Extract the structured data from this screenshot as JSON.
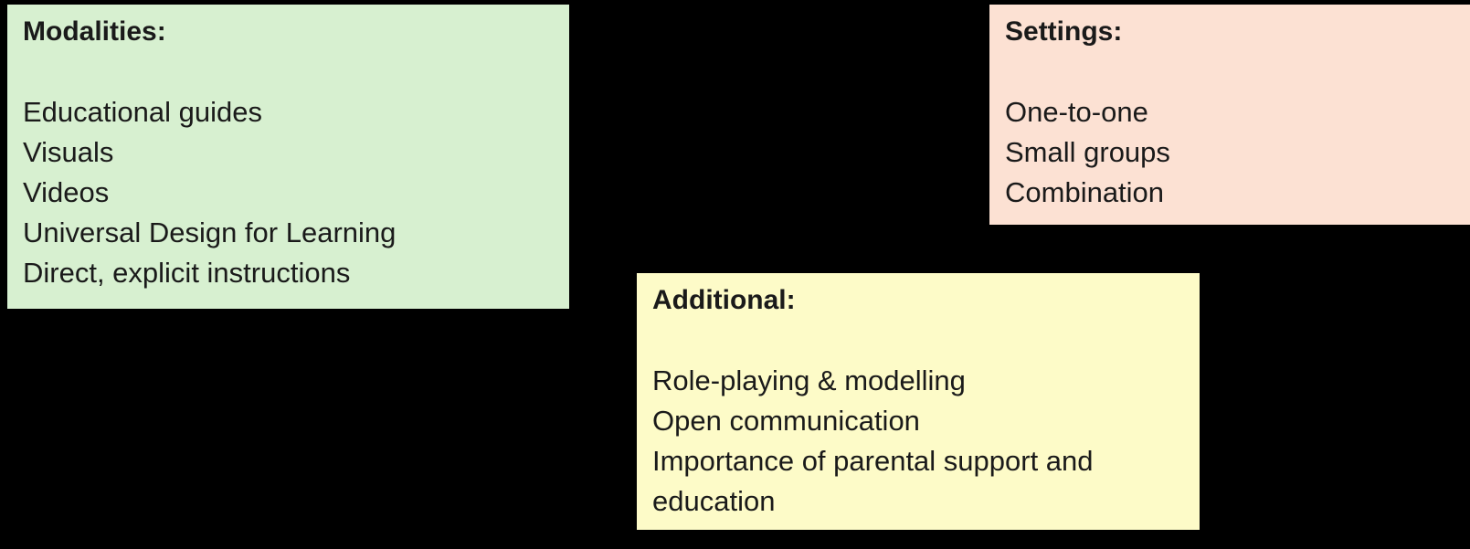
{
  "canvas": {
    "background_color": "#000000",
    "text_color": "#1a1a1a"
  },
  "boxes": [
    {
      "id": "modalities",
      "title": "Modalities:",
      "background": "#d7f0d0",
      "items": [
        "Educational guides",
        "Visuals",
        "Videos",
        "Universal Design for Learning",
        "Direct, explicit instructions"
      ]
    },
    {
      "id": "settings",
      "title": "Settings:",
      "background": "#fce1d3",
      "items": [
        "One-to-one",
        "Small groups",
        "Combination"
      ]
    },
    {
      "id": "additional",
      "title": "Additional:",
      "background": "#fdfbc8",
      "items": [
        "Role-playing & modelling",
        "Open communication",
        "Importance of parental support and education"
      ]
    }
  ]
}
